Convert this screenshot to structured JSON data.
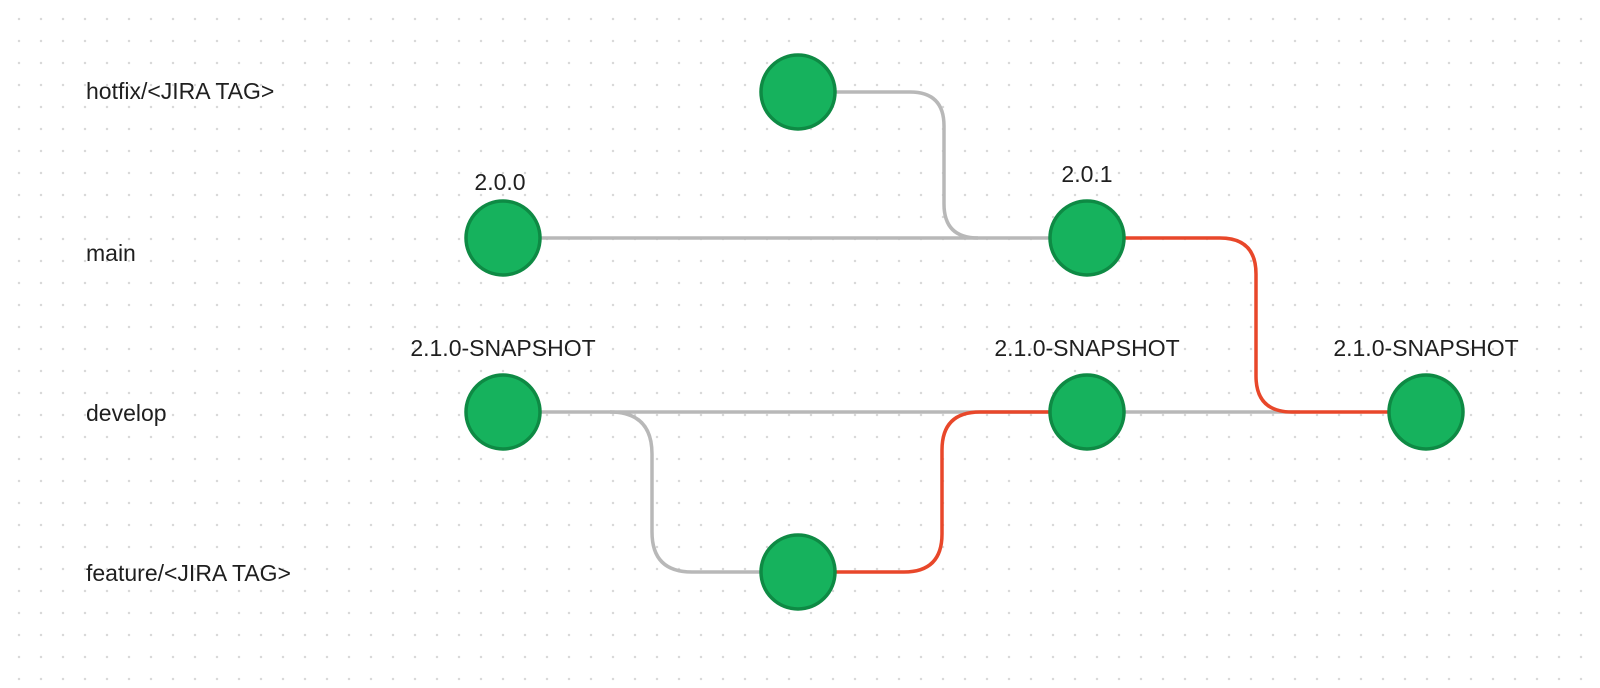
{
  "branches": {
    "hotfix": "hotfix/<JIRA TAG>",
    "main": "main",
    "develop": "develop",
    "feature": "feature/<JIRA TAG>"
  },
  "versions": {
    "main_first": "2.0.0",
    "main_second": "2.0.1",
    "develop_first": "2.1.0-SNAPSHOT",
    "develop_second": "2.1.0-SNAPSHOT",
    "develop_third": "2.1.0-SNAPSHOT"
  },
  "colors": {
    "node_fill": "#16b25d",
    "node_stroke": "#0e8a44",
    "edge_default": "#b8b8b8",
    "edge_highlight": "#e8472a"
  }
}
